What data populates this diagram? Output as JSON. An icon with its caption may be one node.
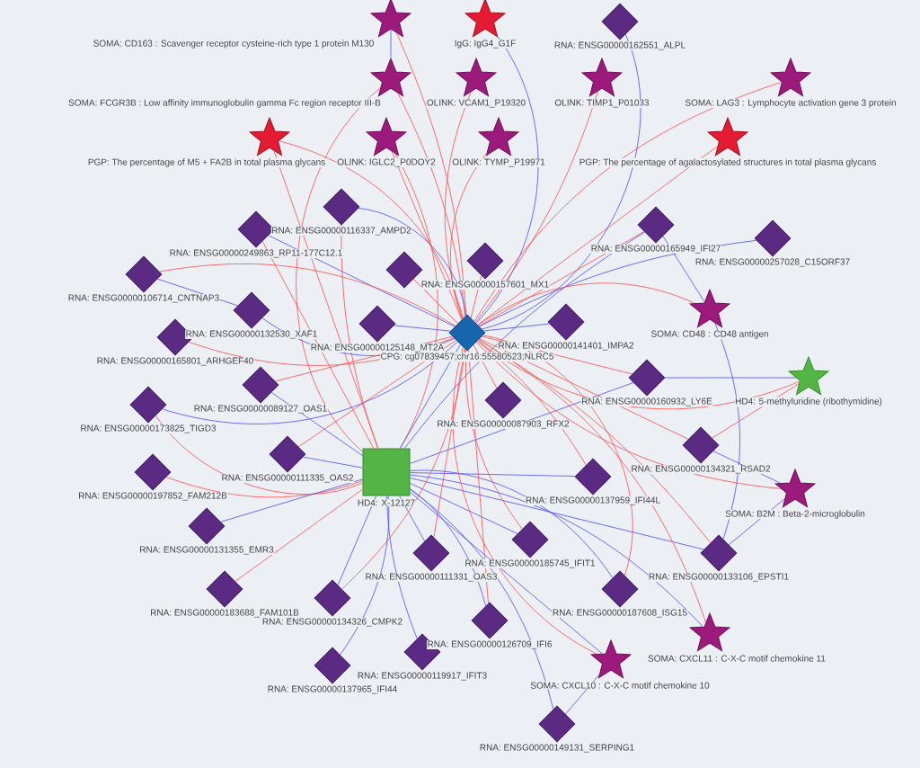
{
  "diagram": {
    "nodes": [
      {
        "text": [],
        "shape": "star",
        "beside": [
          "PGP: The percentage of M5 + FA2B in total plasma glycans"
        ]
      },
      {
        "text": [],
        "shape": "star",
        "beside": [
          "IgG: IgG4_G1F"
        ]
      },
      {
        "text": [],
        "shape": "star",
        "beside": [
          "PGP: The percentage of agalactosylated structures in total plasma glycans"
        ]
      },
      {
        "text": [],
        "shape": "diamond",
        "beside": [
          "RNA: ENSG00000162551_ALPL"
        ]
      },
      {
        "text": [],
        "shape": "star",
        "beside": [
          "SOMA: CD163 : Scavenger receptor cysteine-rich type 1 protein M130"
        ]
      },
      {
        "text": [],
        "shape": "star",
        "beside": [
          "SOMA: FCGR3B : Low affinity immunoglobulin gamma Fc region receptor III-B"
        ]
      },
      {
        "text": [],
        "shape": "star",
        "beside": [
          "OLINK: IGLC2_P0DOY2"
        ]
      },
      {
        "text": [],
        "shape": "star",
        "beside": [
          "OLINK: VCAM1_P19320"
        ]
      },
      {
        "text": [],
        "shape": "star",
        "beside": [
          "OLINK: TIMP1_P01033"
        ]
      },
      {
        "text": [],
        "shape": "star",
        "beside": [
          "SOMA: LAG3 : Lymphocyte activation gene 3 protein"
        ]
      },
      {
        "text": [],
        "shape": "star",
        "beside": [
          "OLINK: TYMP_P19971"
        ]
      },
      {
        "text": [],
        "shape": "diamond",
        "beside": [
          "RNA: ENSG00000116337_AMPD2"
        ]
      },
      {
        "text": [],
        "shape": "diamond",
        "beside": [
          "RNA: ENSG00000249863_RP11-177C12.1"
        ]
      },
      {
        "text": [],
        "shape": "diamond",
        "beside": [
          "RNA: ENSG00000106714_CNTNAP3"
        ]
      },
      {
        "text": [],
        "shape": "diamond"
      },
      {
        "text": [],
        "shape": "diamond",
        "beside": [
          "RNA: ENSG00000157601_MX1"
        ]
      },
      {
        "text": [],
        "shape": "diamond",
        "beside": [
          "CPG: cg07839457;chr16:55580523;NLRC5"
        ]
      },
      {
        "text": [],
        "shape": "diamond",
        "beside": [
          "RNA: ENSG00000165949_IFI27"
        ]
      },
      {
        "text": [],
        "shape": "diamond",
        "beside": [
          "RNA: ENSG00000257028_C15ORF37"
        ]
      },
      {
        "text": [],
        "shape": "star",
        "beside": [
          "SOMA: CD48 : CD48 antigen"
        ]
      },
      {
        "text": [],
        "shape": "diamond",
        "beside": [
          "RNA: ENSG00000132530_XAF1"
        ]
      },
      {
        "text": [],
        "shape": "diamond",
        "beside": [
          "RNA: ENSG00000165801_ARHGEF40"
        ]
      },
      {
        "text": [],
        "shape": "diamond",
        "beside": [
          "RNA: ENSG00000125148_MT2A"
        ]
      },
      {
        "text": [],
        "shape": "diamond",
        "beside": [
          "RNA: ENSG00000141401_IMPA2"
        ]
      },
      {
        "text": [],
        "shape": "diamond",
        "beside": [
          "RNA: ENSG00000087903_RFX2"
        ]
      },
      {
        "text": [],
        "shape": "diamond",
        "beside": [
          "RNA: ENSG00000160932_LY6E"
        ]
      },
      {
        "text": [],
        "shape": "star",
        "beside": [
          "HD4: 5-methyluridine (ribothymidine)"
        ]
      },
      {
        "text": [],
        "shape": "diamond",
        "beside": [
          "RNA: ENSG00000089127_OAS1"
        ]
      },
      {
        "text": [],
        "shape": "diamond",
        "beside": [
          "RNA: ENSG00000173825_TIGD3"
        ]
      },
      {
        "text": [],
        "shape": "diamond",
        "beside": [
          "RNA: ENSG00000197852_FAM212B"
        ]
      },
      {
        "text": [],
        "shape": "box",
        "beside": [
          "HD4: X-12127"
        ]
      },
      {
        "text": [],
        "shape": "diamond",
        "beside": [
          "RNA: ENSG00000111335_OAS2"
        ]
      },
      {
        "text": [],
        "shape": "diamond",
        "beside": [
          "RNA: ENSG00000131355_EMR3"
        ]
      },
      {
        "text": [],
        "shape": "diamond",
        "beside": [
          "RNA: ENSG00000183688_FAM101B"
        ]
      },
      {
        "text": [],
        "shape": "diamond",
        "beside": [
          "RNA: ENSG00000137959_IFI44L"
        ]
      },
      {
        "text": [],
        "shape": "diamond",
        "beside": [
          "RNA: ENSG00000134321_RSAD2"
        ]
      },
      {
        "text": [],
        "shape": "star",
        "beside": [
          "SOMA: B2M : Beta-2-microglobulin"
        ]
      },
      {
        "text": [],
        "shape": "diamond",
        "beside": [
          "RNA: ENSG00000133106_EPSTI1"
        ]
      },
      {
        "text": [],
        "shape": "diamond",
        "beside": [
          "RNA: ENSG00000185745_IFIT1"
        ]
      },
      {
        "text": [],
        "shape": "diamond",
        "beside": [
          "RNA: ENSG00000111331_OAS3"
        ]
      },
      {
        "text": [],
        "shape": "diamond",
        "beside": [
          "RNA: ENSG00000134326_CMPK2"
        ]
      },
      {
        "text": [],
        "shape": "diamond",
        "beside": [
          "RNA: ENSG00000187608_ISG15"
        ]
      },
      {
        "text": [],
        "shape": "diamond",
        "beside": [
          "RNA: ENSG00000126709_IFI6"
        ]
      },
      {
        "text": [],
        "shape": "star",
        "beside": [
          "SOMA: CXCL11 : C-X-C motif chemokine 11"
        ]
      },
      {
        "text": [],
        "shape": "star",
        "beside": [
          "SOMA: CXCL10 : C-X-C motif chemokine 10"
        ]
      },
      {
        "text": [],
        "shape": "diamond",
        "beside": [
          "RNA: ENSG00000137965_IFI44"
        ]
      },
      {
        "text": [],
        "shape": "diamond",
        "beside": [
          "RNA: ENSG00000119917_IFIT3"
        ]
      },
      {
        "text": [],
        "shape": "diamond",
        "beside": [
          "RNA: ENSG00000149131_SERPING1"
        ]
      }
    ],
    "edges": [
      {
        "from": 0,
        "to": 16,
        "arrow": "none"
      },
      {
        "from": 1,
        "to": 16,
        "arrow": "none",
        "color": "#4a4aff"
      },
      {
        "from": 2,
        "to": 16,
        "arrow": "none"
      },
      {
        "from": 3,
        "to": 16,
        "arrow": "none",
        "color": "#4a4aff"
      },
      {
        "from": 4,
        "to": 16,
        "arrow": "none"
      },
      {
        "from": 4,
        "to": 5,
        "arrow": "none",
        "color": "#4a4aff"
      },
      {
        "from": 5,
        "to": 16,
        "arrow": "none"
      },
      {
        "from": 6,
        "to": 16,
        "arrow": "none"
      },
      {
        "from": 7,
        "to": 16,
        "arrow": "none"
      },
      {
        "from": 8,
        "to": 16,
        "arrow": "none"
      },
      {
        "from": 9,
        "to": 16,
        "arrow": "none"
      },
      {
        "from": 10,
        "to": 16,
        "arrow": "none"
      },
      {
        "from": 0,
        "to": 30,
        "arrow": "none"
      },
      {
        "from": 6,
        "to": 30,
        "arrow": "none"
      },
      {
        "from": 5,
        "to": 30,
        "arrow": "none"
      },
      {
        "from": 11,
        "to": 16,
        "arrow": "none",
        "color": "#4a4aff"
      },
      {
        "from": 11,
        "to": 30,
        "arrow": "none"
      },
      {
        "from": 12,
        "to": 16,
        "arrow": "none",
        "color": "#4a4aff"
      },
      {
        "from": 12,
        "to": 30,
        "arrow": "none"
      },
      {
        "from": 13,
        "to": 16,
        "arrow": "none"
      },
      {
        "from": 13,
        "to": 20,
        "arrow": "none",
        "color": "#4a4aff"
      },
      {
        "from": 14,
        "to": 16,
        "arrow": "none"
      },
      {
        "from": 15,
        "to": 16,
        "arrow": "none"
      },
      {
        "from": 17,
        "to": 16,
        "arrow": "none"
      },
      {
        "from": 17,
        "to": 30,
        "arrow": "none",
        "color": "#4a4aff"
      },
      {
        "from": 17,
        "to": 19,
        "arrow": "none",
        "color": "#4a4aff"
      },
      {
        "from": 18,
        "to": 16,
        "arrow": "none",
        "color": "#4a4aff"
      },
      {
        "from": 19,
        "to": 16,
        "arrow": "none"
      },
      {
        "from": 19,
        "to": 37,
        "arrow": "none",
        "color": "#4a4aff"
      },
      {
        "from": 20,
        "to": 16,
        "arrow": "none",
        "color": "#4a4aff"
      },
      {
        "from": 21,
        "to": 16,
        "arrow": "none"
      },
      {
        "from": 22,
        "to": 16,
        "arrow": "none",
        "color": "#4a4aff"
      },
      {
        "from": 23,
        "to": 16,
        "arrow": "none",
        "color": "#4a4aff"
      },
      {
        "from": 24,
        "to": 16,
        "arrow": "none"
      },
      {
        "from": 25,
        "to": 16,
        "arrow": "none"
      },
      {
        "from": 25,
        "to": 26,
        "arrow": "none",
        "color": "#4a4aff"
      },
      {
        "from": 25,
        "to": 30,
        "arrow": "none",
        "color": "#4a4aff"
      },
      {
        "from": 26,
        "to": 16,
        "arrow": "none"
      },
      {
        "from": 26,
        "to": 35,
        "arrow": "none"
      },
      {
        "from": 27,
        "to": 30,
        "arrow": "none",
        "color": "#4a4aff"
      },
      {
        "from": 27,
        "to": 16,
        "arrow": "none"
      },
      {
        "from": 28,
        "to": 30,
        "arrow": "none"
      },
      {
        "from": 28,
        "to": 16,
        "arrow": "none",
        "color": "#4a4aff"
      },
      {
        "from": 29,
        "to": 30,
        "arrow": "none"
      },
      {
        "from": 16,
        "to": 30,
        "arrow": "none",
        "color": "#4a4aff"
      },
      {
        "from": 31,
        "to": 30,
        "arrow": "none",
        "color": "#4a4aff"
      },
      {
        "from": 31,
        "to": 16,
        "arrow": "none"
      },
      {
        "from": 32,
        "to": 30,
        "arrow": "none",
        "color": "#4a4aff"
      },
      {
        "from": 33,
        "to": 30,
        "arrow": "none"
      },
      {
        "from": 34,
        "to": 30,
        "arrow": "none",
        "color": "#4a4aff"
      },
      {
        "from": 34,
        "to": 16,
        "arrow": "none"
      },
      {
        "from": 35,
        "to": 16,
        "arrow": "none"
      },
      {
        "from": 35,
        "to": 36,
        "arrow": "none",
        "color": "#4a4aff"
      },
      {
        "from": 36,
        "to": 16,
        "arrow": "none"
      },
      {
        "from": 36,
        "to": 37,
        "arrow": "none",
        "color": "#4a4aff"
      },
      {
        "from": 37,
        "to": 16,
        "arrow": "none"
      },
      {
        "from": 37,
        "to": 30,
        "arrow": "none",
        "color": "#4a4aff"
      },
      {
        "from": 38,
        "to": 30,
        "arrow": "none",
        "color": "#4a4aff"
      },
      {
        "from": 38,
        "to": 16,
        "arrow": "none"
      },
      {
        "from": 39,
        "to": 30,
        "arrow": "none",
        "color": "#4a4aff"
      },
      {
        "from": 39,
        "to": 16,
        "arrow": "none"
      },
      {
        "from": 40,
        "to": 30,
        "arrow": "none",
        "color": "#4a4aff"
      },
      {
        "from": 40,
        "to": 16,
        "arrow": "none"
      },
      {
        "from": 41,
        "to": 16,
        "arrow": "none"
      },
      {
        "from": 41,
        "to": 30,
        "arrow": "none",
        "color": "#4a4aff"
      },
      {
        "from": 42,
        "to": 16,
        "arrow": "none"
      },
      {
        "from": 42,
        "to": 30,
        "arrow": "none",
        "color": "#4a4aff"
      },
      {
        "from": 43,
        "to": 30,
        "arrow": "none",
        "color": "#4a4aff"
      },
      {
        "from": 43,
        "to": 16,
        "arrow": "none"
      },
      {
        "from": 44,
        "to": 16,
        "arrow": "none"
      },
      {
        "from": 44,
        "to": 30,
        "arrow": "none",
        "color": "#4a4aff"
      },
      {
        "from": 45,
        "to": 30,
        "arrow": "none",
        "color": "#4a4aff"
      },
      {
        "from": 46,
        "to": 30,
        "arrow": "none",
        "color": "#4a4aff"
      },
      {
        "from": 47,
        "to": 30,
        "arrow": "none",
        "color": "#4a4aff"
      },
      {
        "from": 47,
        "to": 44,
        "arrow": "none",
        "color": "#4a4aff"
      }
    ]
  }
}
